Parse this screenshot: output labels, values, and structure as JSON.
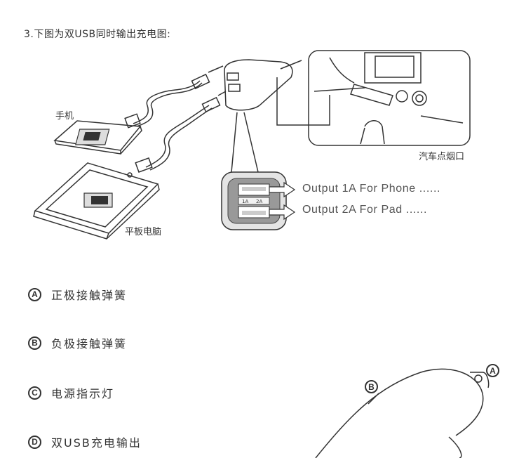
{
  "heading": "3.下图为双USB同时输出充电图:",
  "labels": {
    "phone": "手机",
    "tablet": "平板电脑",
    "lighter": "汽车点烟口"
  },
  "ports": {
    "port1_mark": "1A",
    "port2_mark": "2A"
  },
  "outputs": [
    {
      "text": "Output 1A For Phone ......"
    },
    {
      "text": "Output 2A For Pad ......"
    }
  ],
  "legend": [
    {
      "badge": "A",
      "text": "正极接触弹簧"
    },
    {
      "badge": "B",
      "text": "负极接触弹簧"
    },
    {
      "badge": "C",
      "text": "电源指示灯"
    },
    {
      "badge": "D",
      "text": "双USB充电输出"
    }
  ],
  "callouts": {
    "a": "A",
    "b": "B"
  }
}
